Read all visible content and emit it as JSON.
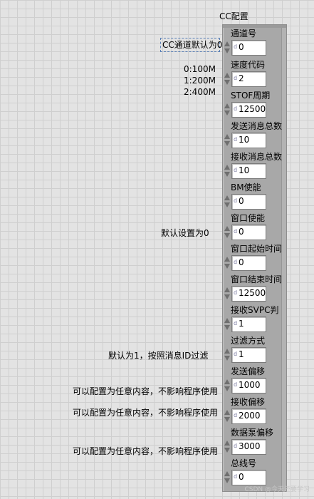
{
  "panel_title": "CC配置",
  "notes": {
    "cc_default": "CC通道默认为0",
    "speed_options": [
      "0:100M",
      "1:200M",
      "2:400M"
    ],
    "default_zero": "默认设置为0",
    "filter_default": "默认为1，按照消息ID过滤",
    "configurable_1": "可以配置为任意内容，不影响程序使用",
    "configurable_2": "可以配置为任意内容，不影响程序使用",
    "configurable_3": "可以配置为任意内容，不影响程序使用"
  },
  "fields": [
    {
      "label": "通道号",
      "value": "0"
    },
    {
      "label": "速度代码",
      "value": "2"
    },
    {
      "label": "STOF周期",
      "value": "12500"
    },
    {
      "label": "发送消息总数",
      "value": "10"
    },
    {
      "label": "接收消息总数",
      "value": "10"
    },
    {
      "label": "BM使能",
      "value": "0"
    },
    {
      "label": "窗口使能",
      "value": "0"
    },
    {
      "label": "窗口起始时间",
      "value": "0"
    },
    {
      "label": "窗口结束时间",
      "value": "12500"
    },
    {
      "label": "接收SVPC判",
      "value": "1"
    },
    {
      "label": "过滤方式",
      "value": "1"
    },
    {
      "label": "发送偏移",
      "value": "1000"
    },
    {
      "label": "接收偏移",
      "value": "2000"
    },
    {
      "label": "数据泵偏移",
      "value": "3000"
    },
    {
      "label": "总线号",
      "value": "0"
    }
  ],
  "watermark": "CSDN @今天还要学习"
}
